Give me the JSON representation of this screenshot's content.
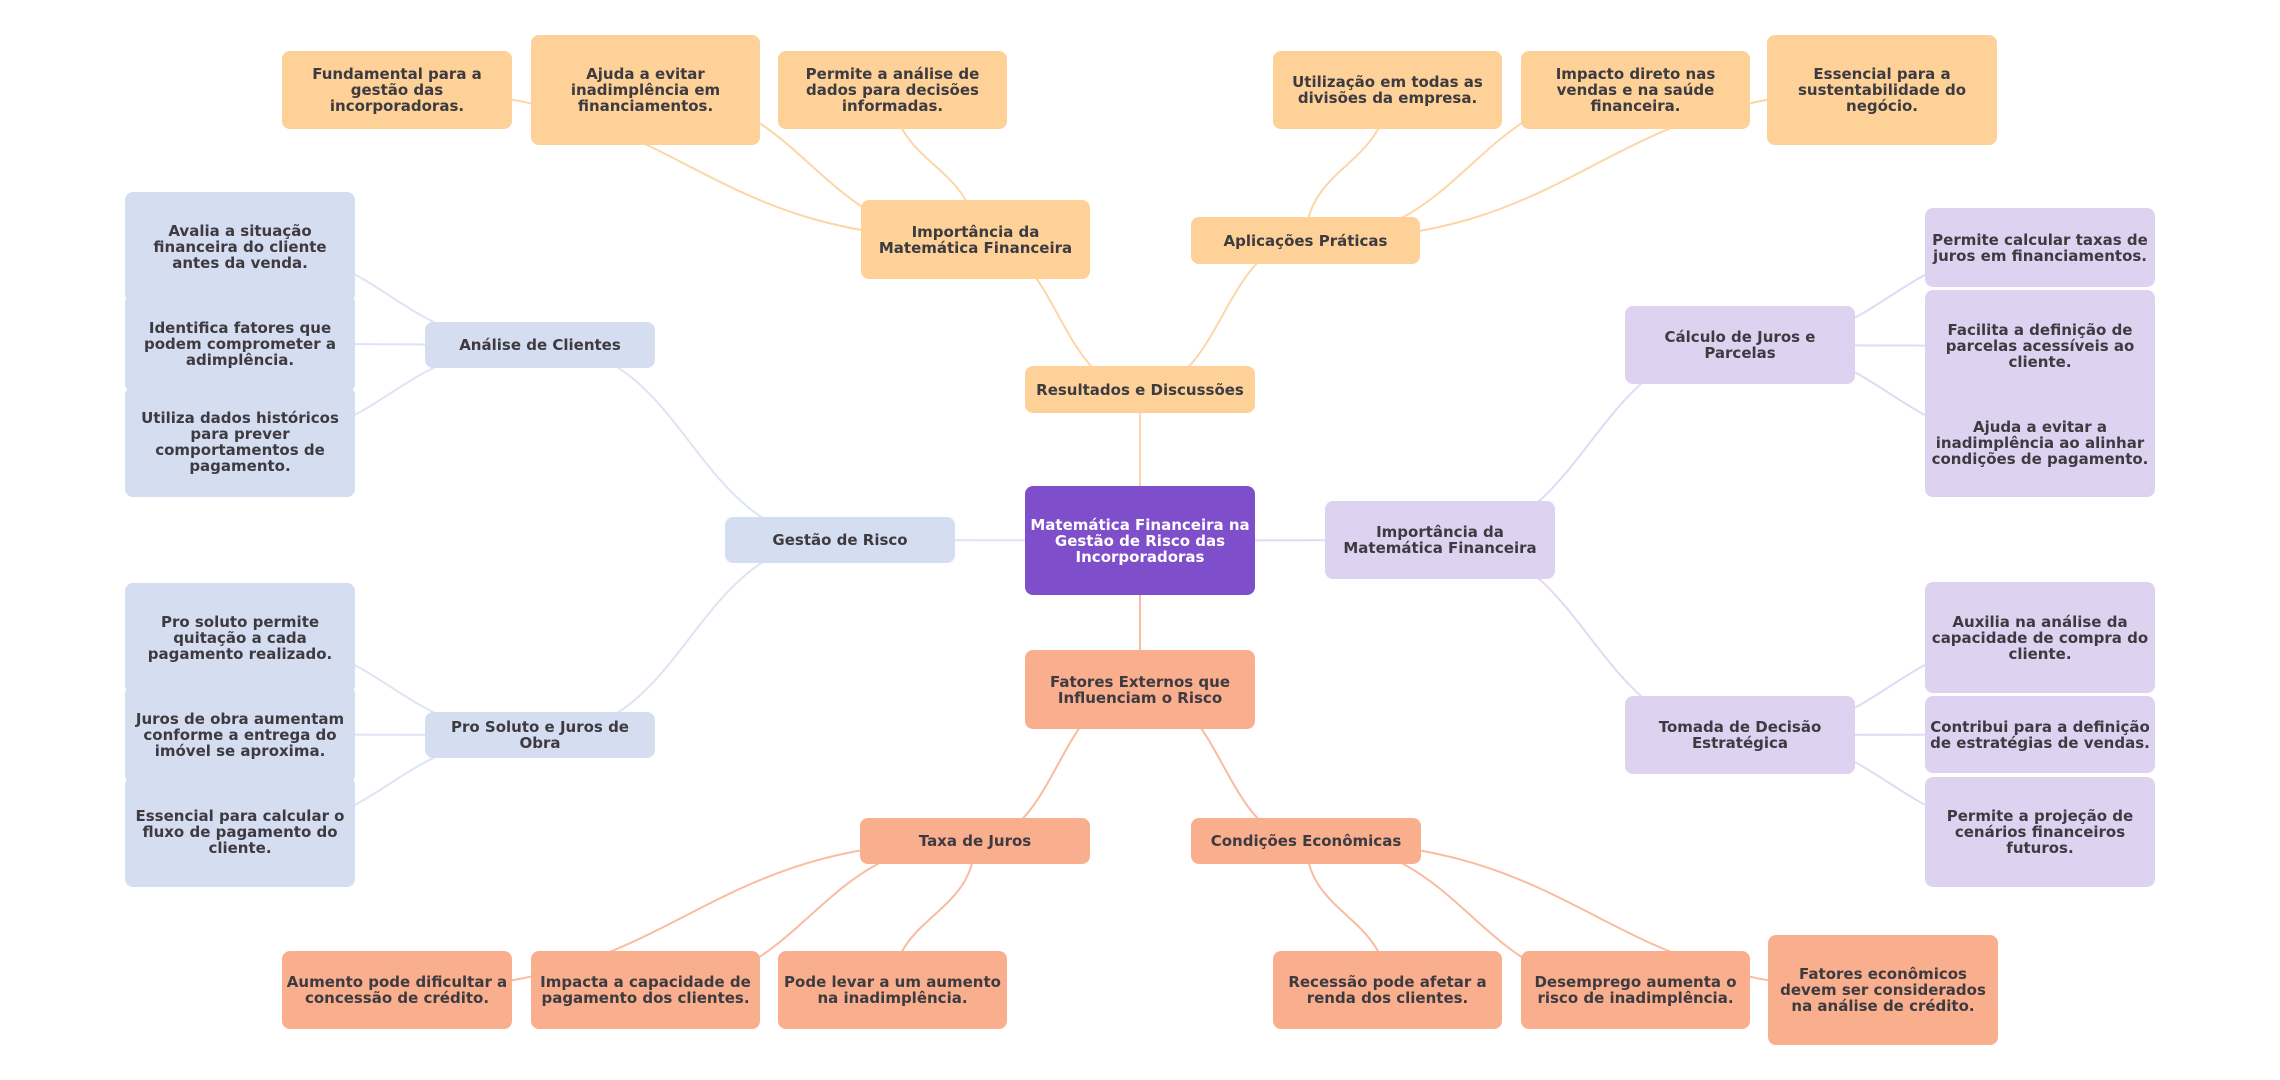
{
  "title": "Matemática Financeira na Gestão de Risco das Incorporadoras",
  "colors": {
    "root": "#7e4ecb",
    "orange": "#fdd197",
    "orange_edge": "#fdd6a8",
    "blue": "#d5ddf1",
    "blue_edge": "#dde4f4",
    "lavender": "#ddd3f1",
    "lavender_edge": "#e2daf4",
    "salmon": "#f9ae8e",
    "salmon_edge": "#f9bca0"
  },
  "nodes": {
    "root": "Matemática Financeira na Gestão de Risco das Incorporadoras",
    "resultados": "Resultados e Discussões",
    "importancia_top": "Importância da Matemática Financeira",
    "aplicacoes": "Aplicações Práticas",
    "fundamental": "Fundamental para a gestão das incorporadoras.",
    "ajuda_evitar": "Ajuda a evitar inadimplência em financiamentos.",
    "permite_analise": "Permite a análise de dados para decisões informadas.",
    "utilizacao": "Utilização em todas as divisões da empresa.",
    "impacto": "Impacto direto nas vendas e na saúde financeira.",
    "essencial_sust": "Essencial para a sustentabilidade do negócio.",
    "gestao_risco": "Gestão de Risco",
    "analise_clientes": "Análise de Clientes",
    "avalia": "Avalia a situação financeira do cliente antes da venda.",
    "identifica": "Identifica fatores que podem comprometer a adimplência.",
    "utiliza": "Utiliza dados históricos para prever comportamentos de pagamento.",
    "pro_soluto": "Pro Soluto e Juros de Obra",
    "pro_soluto_permite": "Pro soluto permite quitação a cada pagamento realizado.",
    "juros_obra": "Juros de obra aumentam conforme a entrega do imóvel se aproxima.",
    "essencial_fluxo": "Essencial para calcular o fluxo de pagamento do cliente.",
    "importancia_right": "Importância da Matemática Financeira",
    "calculo": "Cálculo de Juros e Parcelas",
    "permite_calcular": "Permite calcular taxas de juros em financiamentos.",
    "facilita": "Facilita a definição de parcelas acessíveis ao cliente.",
    "ajuda_alinhar": "Ajuda a evitar a inadimplência ao alinhar condições de pagamento.",
    "tomada": "Tomada de Decisão Estratégica",
    "auxilia": "Auxilia na análise da capacidade de compra do cliente.",
    "contribui": "Contribui para a definição de estratégias de vendas.",
    "projecao": "Permite a projeção de cenários financeiros futuros.",
    "fatores_externos": "Fatores Externos que Influenciam o Risco",
    "taxa_juros": "Taxa de Juros",
    "condicoes": "Condições Econômicas",
    "aumento": "Aumento pode dificultar a concessão de crédito.",
    "impacta": "Impacta a capacidade de pagamento dos clientes.",
    "pode_levar": "Pode levar a um aumento na inadimplência.",
    "recessao": "Recessão pode afetar a renda dos clientes.",
    "desemprego": "Desemprego aumenta o risco de inadimplência.",
    "fatores_econ": "Fatores econômicos devem ser considerados na análise de crédito."
  },
  "edges": [
    [
      "root",
      "resultados",
      "orange"
    ],
    [
      "resultados",
      "importancia_top",
      "orange"
    ],
    [
      "resultados",
      "aplicacoes",
      "orange"
    ],
    [
      "importancia_top",
      "fundamental",
      "orange"
    ],
    [
      "importancia_top",
      "ajuda_evitar",
      "orange"
    ],
    [
      "importancia_top",
      "permite_analise",
      "orange"
    ],
    [
      "aplicacoes",
      "utilizacao",
      "orange"
    ],
    [
      "aplicacoes",
      "impacto",
      "orange"
    ],
    [
      "aplicacoes",
      "essencial_sust",
      "orange"
    ],
    [
      "root",
      "gestao_risco",
      "blue"
    ],
    [
      "gestao_risco",
      "analise_clientes",
      "blue"
    ],
    [
      "gestao_risco",
      "pro_soluto",
      "blue"
    ],
    [
      "analise_clientes",
      "avalia",
      "blue"
    ],
    [
      "analise_clientes",
      "identifica",
      "blue"
    ],
    [
      "analise_clientes",
      "utiliza",
      "blue"
    ],
    [
      "pro_soluto",
      "pro_soluto_permite",
      "blue"
    ],
    [
      "pro_soluto",
      "juros_obra",
      "blue"
    ],
    [
      "pro_soluto",
      "essencial_fluxo",
      "blue"
    ],
    [
      "root",
      "importancia_right",
      "lavender"
    ],
    [
      "importancia_right",
      "calculo",
      "lavender"
    ],
    [
      "importancia_right",
      "tomada",
      "lavender"
    ],
    [
      "calculo",
      "permite_calcular",
      "lavender"
    ],
    [
      "calculo",
      "facilita",
      "lavender"
    ],
    [
      "calculo",
      "ajuda_alinhar",
      "lavender"
    ],
    [
      "tomada",
      "auxilia",
      "lavender"
    ],
    [
      "tomada",
      "contribui",
      "lavender"
    ],
    [
      "tomada",
      "projecao",
      "lavender"
    ],
    [
      "root",
      "fatores_externos",
      "salmon"
    ],
    [
      "fatores_externos",
      "taxa_juros",
      "salmon"
    ],
    [
      "fatores_externos",
      "condicoes",
      "salmon"
    ],
    [
      "taxa_juros",
      "aumento",
      "salmon"
    ],
    [
      "taxa_juros",
      "impacta",
      "salmon"
    ],
    [
      "taxa_juros",
      "pode_levar",
      "salmon"
    ],
    [
      "condicoes",
      "recessao",
      "salmon"
    ],
    [
      "condicoes",
      "desemprego",
      "salmon"
    ],
    [
      "condicoes",
      "fatores_econ",
      "salmon"
    ]
  ]
}
